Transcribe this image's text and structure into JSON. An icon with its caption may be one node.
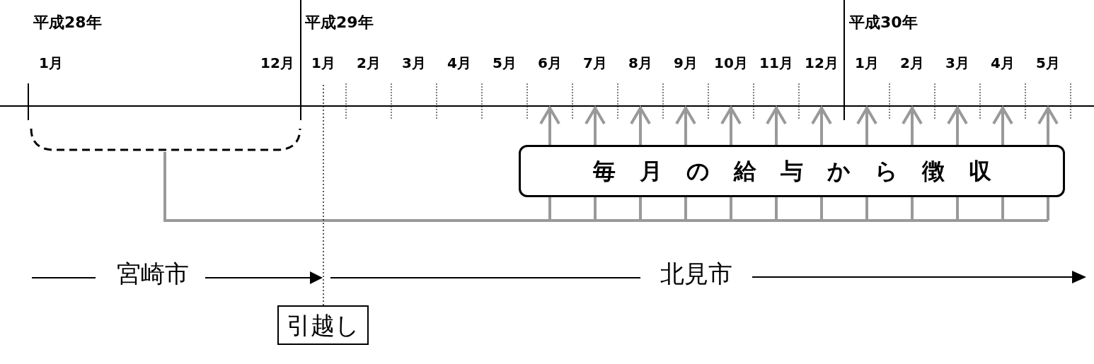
{
  "diagram": {
    "nodes": [
      {
        "text": [],
        "shape": "bracket"
      },
      {
        "text": [
          "毎月の給与から徴収"
        ]
      },
      {
        "text": [
          "引越し"
        ]
      }
    ],
    "edges": [
      {
        "from": 0,
        "to": 1,
        "arrow": "none"
      },
      {
        "from": 1,
        "to": null,
        "arrow": "to"
      },
      {
        "from": 1,
        "to": null,
        "arrow": "to"
      },
      {
        "from": 1,
        "to": null,
        "arrow": "to"
      },
      {
        "from": 1,
        "to": null,
        "arrow": "to"
      },
      {
        "from": 1,
        "to": null,
        "arrow": "to"
      },
      {
        "from": 1,
        "to": null,
        "arrow": "to"
      },
      {
        "from": 1,
        "to": null,
        "arrow": "to"
      },
      {
        "from": 1,
        "to": null,
        "arrow": "to"
      },
      {
        "from": 1,
        "to": null,
        "arrow": "to"
      },
      {
        "from": 1,
        "to": null,
        "arrow": "to"
      },
      {
        "from": 1,
        "to": null,
        "arrow": "to"
      },
      {
        "from": 1,
        "to": null,
        "arrow": "to"
      },
      {
        "from": 2,
        "to": null,
        "arrow": "none",
        "style": "dashed",
        "color": "#000000"
      }
    ],
    "labels": [
      "平成28年",
      "平成29年",
      "平成30年",
      "1月",
      "12月",
      "1月",
      "2月",
      "3月",
      "4月",
      "5月",
      "6月",
      "7月",
      "8月",
      "9月",
      "10月",
      "11月",
      "12月",
      "1月",
      "2月",
      "3月",
      "4月",
      "5月",
      "宮崎市",
      "北見市"
    ]
  }
}
